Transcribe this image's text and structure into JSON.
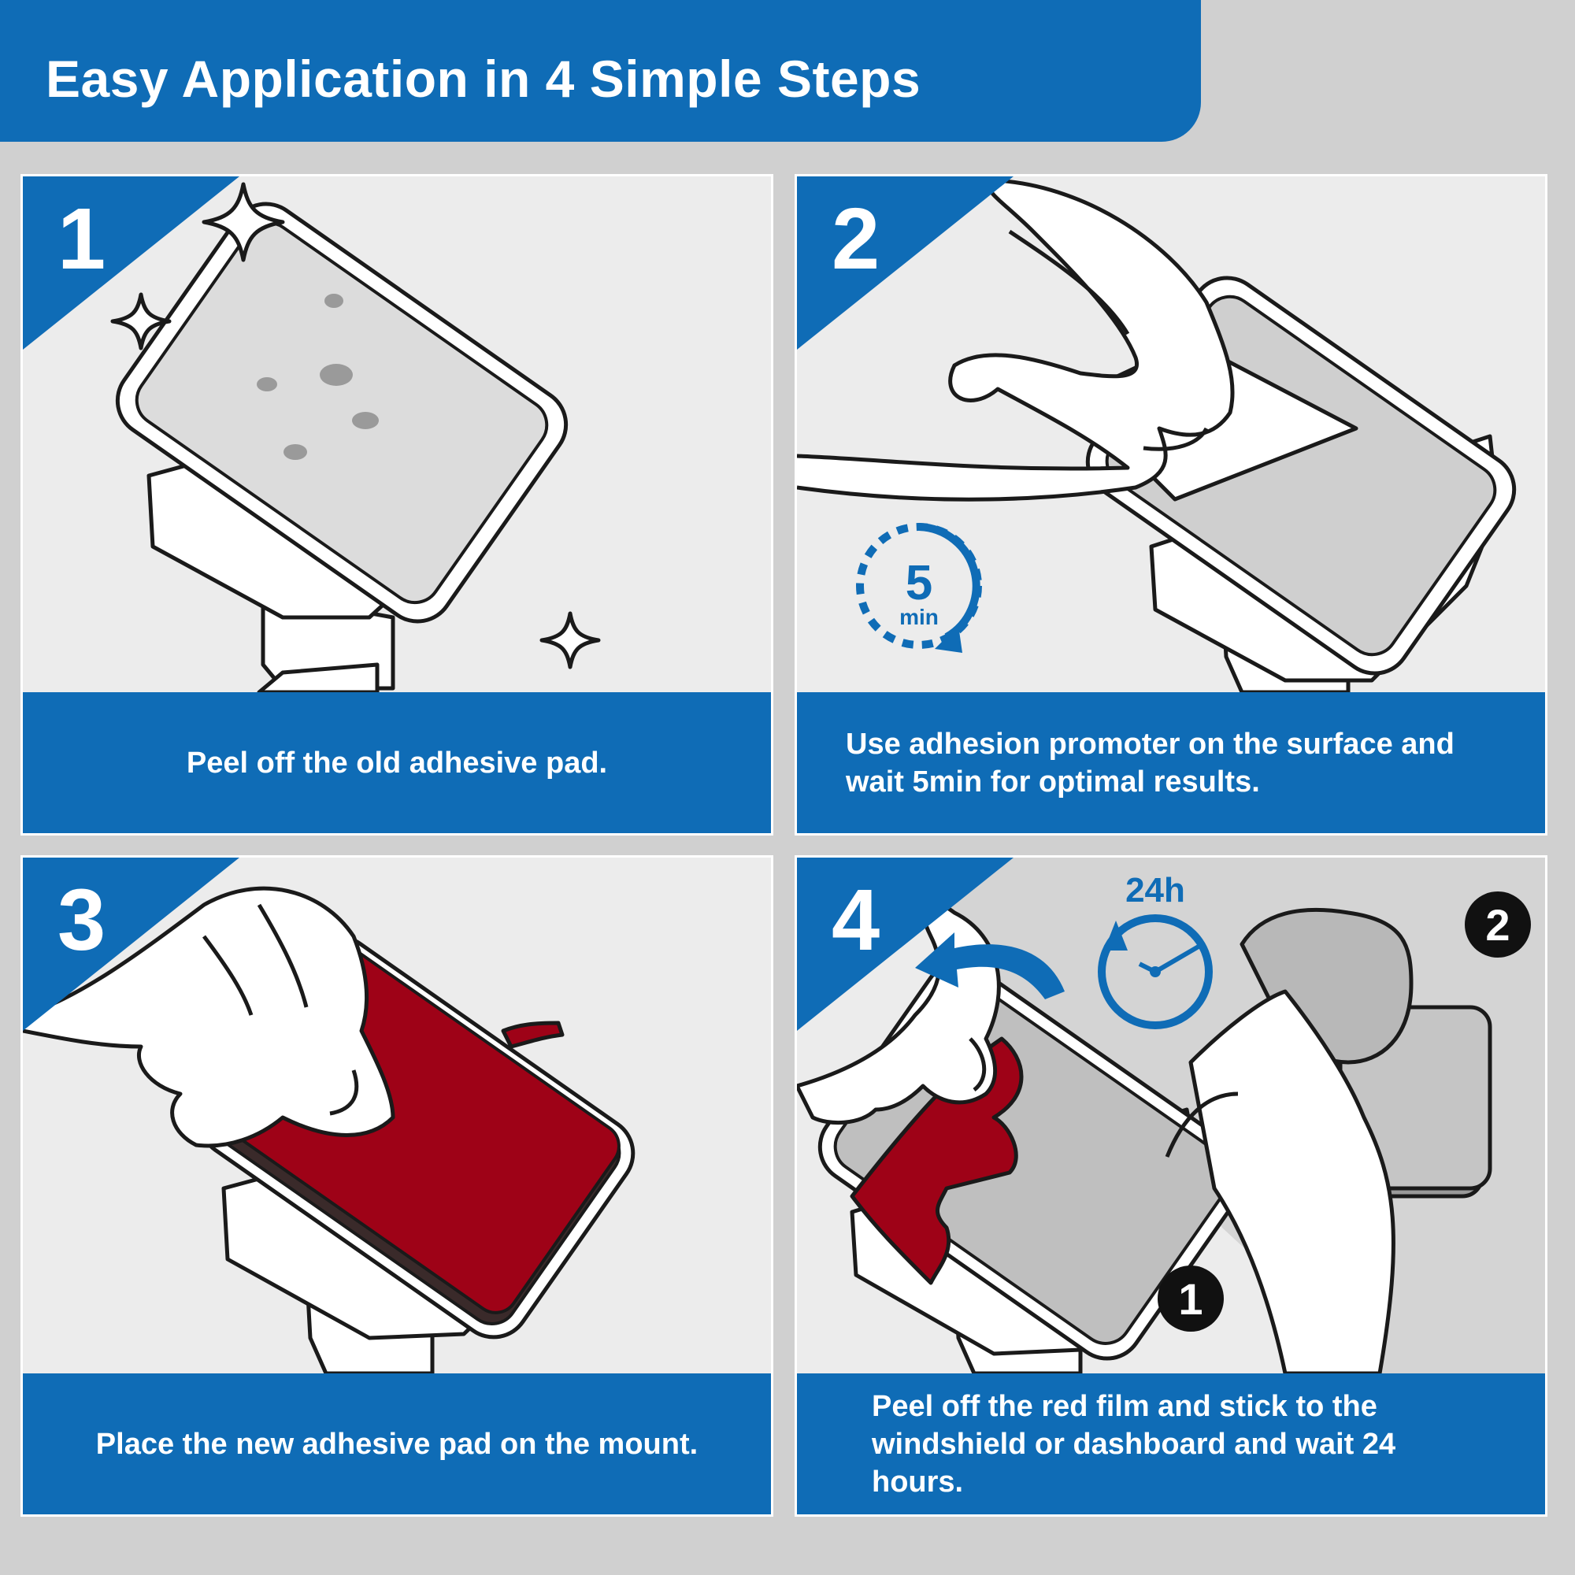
{
  "title": "Easy Application in 4 Simple Steps",
  "colors": {
    "brand_blue": "#0f6cb6",
    "pad_red": "#9e0217",
    "background": "#d0d0d0"
  },
  "steps": [
    {
      "number": "1",
      "caption": "Peel off the old adhesive pad."
    },
    {
      "number": "2",
      "caption": "Use adhesion promoter on the surface and wait 5min for optimal results.",
      "timer_value": "5",
      "timer_unit": "min"
    },
    {
      "number": "3",
      "caption": "Place the new adhesive pad on the mount."
    },
    {
      "number": "4",
      "caption": "Peel off the red film and stick to the windshield or dashboard and wait 24 hours.",
      "timer_label": "24h",
      "badge_1": "1",
      "badge_2": "2"
    }
  ]
}
